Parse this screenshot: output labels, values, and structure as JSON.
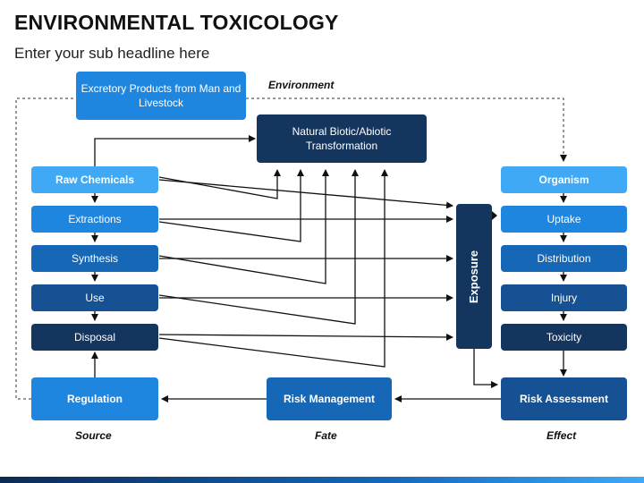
{
  "title": "ENVIRONMENTAL TOXICOLOGY",
  "subtitle": "Enter your sub headline here",
  "labels": {
    "environment": "Environment",
    "source": "Source",
    "fate": "Fate",
    "effect": "Effect"
  },
  "boxes": {
    "excretory": "Excretory Products from Man and Livestock",
    "transformation": "Natural Biotic/Abiotic Transformation",
    "raw_chemicals": "Raw Chemicals",
    "extractions": "Extractions",
    "synthesis": "Synthesis",
    "use": "Use",
    "disposal": "Disposal",
    "regulation": "Regulation",
    "risk_management": "Risk Management",
    "exposure": "Exposure",
    "organism": "Organism",
    "uptake": "Uptake",
    "distribution": "Distribution",
    "injury": "Injury",
    "toxicity": "Toxicity",
    "risk_assessment": "Risk Assessment"
  },
  "colors": {
    "light_blue": "#3fa9f5",
    "mid_blue": "#1f86e0",
    "blue": "#1667b6",
    "dark_blue": "#165193",
    "navy": "#14365e",
    "arrow": "#111111"
  }
}
